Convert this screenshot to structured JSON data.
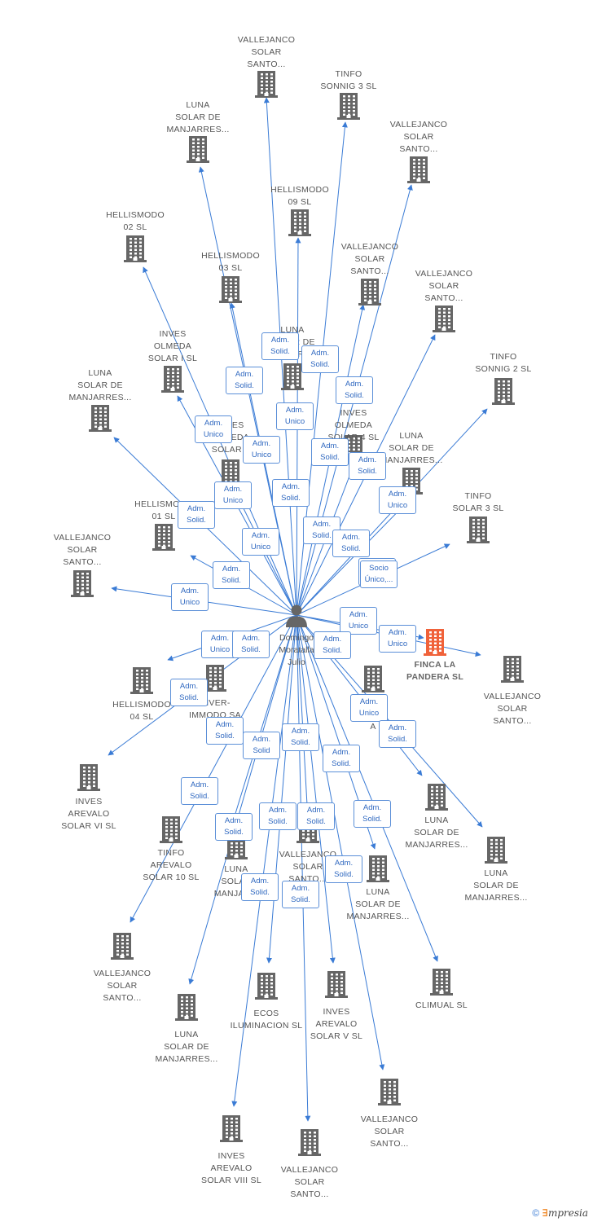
{
  "center": {
    "name_lines": [
      "Domingo",
      "Moratalla",
      "Julio"
    ],
    "icon": "person-icon"
  },
  "focus": {
    "name_lines": [
      "FINCA LA",
      "PANDERA SL"
    ],
    "color": "#f0623a"
  },
  "colors": {
    "edge": "#3a7bd5",
    "building": "#666666",
    "focus_building": "#f0623a"
  },
  "nodes": [
    {
      "id": "n1",
      "lines": [
        "VALLEJANCO",
        "SOLAR",
        "SANTO..."
      ]
    },
    {
      "id": "n2",
      "lines": [
        "TINFO",
        "SONNIG 3 SL"
      ]
    },
    {
      "id": "n3",
      "lines": [
        "LUNA",
        "SOLAR DE",
        "MANJARRES..."
      ]
    },
    {
      "id": "n4",
      "lines": [
        "VALLEJANCO",
        "SOLAR",
        "SANTO..."
      ]
    },
    {
      "id": "n5",
      "lines": [
        "HELLISMODO",
        "09 SL"
      ]
    },
    {
      "id": "n6",
      "lines": [
        "HELLISMODO",
        "02 SL"
      ]
    },
    {
      "id": "n7",
      "lines": [
        "HELLISMODO",
        "03 SL"
      ]
    },
    {
      "id": "n8",
      "lines": [
        "VALLEJANCO",
        "SOLAR",
        "SANTO..."
      ]
    },
    {
      "id": "n9",
      "lines": [
        "VALLEJANCO",
        "SOLAR",
        "SANTO..."
      ]
    },
    {
      "id": "n10",
      "lines": [
        "INVES",
        "OLMEDA",
        "SOLAR I SL"
      ]
    },
    {
      "id": "n11",
      "lines": [
        "LUNA",
        "SOLAR DE",
        "MANJARRES..."
      ]
    },
    {
      "id": "n12",
      "lines": [
        "TINFO",
        "SONNIG 2 SL"
      ]
    },
    {
      "id": "n13",
      "lines": [
        "LUNA",
        "SOLAR DE",
        "MANJARRES..."
      ]
    },
    {
      "id": "n14",
      "lines": [
        "INVES",
        "OLMEDA",
        "SOLAR 4 SL"
      ]
    },
    {
      "id": "n15",
      "lines": [
        "INVES",
        "OLMEDA",
        "SOLAR 2"
      ]
    },
    {
      "id": "n16",
      "lines": [
        "HELLISMODO",
        "01 SL"
      ]
    },
    {
      "id": "n17",
      "lines": [
        "TINFO",
        "SOLAR 3 SL"
      ]
    },
    {
      "id": "n18",
      "lines": [
        "VALLEJANCO",
        "SOLAR",
        "SANTO..."
      ]
    },
    {
      "id": "n19",
      "lines": [
        "VALLEJANCO",
        "SOLAR",
        "SANTO..."
      ]
    },
    {
      "id": "n20",
      "lines": [
        "HELLISMODO",
        "04 SL"
      ]
    },
    {
      "id": "n21",
      "lines": [
        "INVER-",
        "IMMODO SA"
      ]
    },
    {
      "id": "n22",
      "lines": [
        "INVES",
        "AREVALO",
        "SOLAR VI SL"
      ]
    },
    {
      "id": "n23",
      "lines": [
        "LUNA",
        "SOLAR DE",
        "MANJARRES..."
      ]
    },
    {
      "id": "n24",
      "lines": [
        "LUNA",
        "SOLAR DE",
        "MANJARRES..."
      ]
    },
    {
      "id": "n25",
      "lines": [
        "TINFO",
        "AREVALO",
        "SOLAR 10 SL"
      ]
    },
    {
      "id": "n26",
      "lines": [
        "LUNA",
        "SOLAR",
        "MANJAR..."
      ]
    },
    {
      "id": "n27",
      "lines": [
        "VALLEJANCO",
        "SOLAR",
        "SANTO..."
      ]
    },
    {
      "id": "n28",
      "lines": [
        "LUNA",
        "SOLAR DE",
        "MANJARRES..."
      ]
    },
    {
      "id": "n29",
      "lines": [
        "VALLEJANCO",
        "SOLAR",
        "SANTO..."
      ]
    },
    {
      "id": "n30",
      "lines": [
        "ECOS",
        "ILUMINACION SL"
      ]
    },
    {
      "id": "n31",
      "lines": [
        "INVES",
        "AREVALO",
        "SOLAR V SL"
      ]
    },
    {
      "id": "n32",
      "lines": [
        "CLIMUAL SL"
      ]
    },
    {
      "id": "n33",
      "lines": [
        "LUNA",
        "SOLAR DE",
        "MANJARRES..."
      ]
    },
    {
      "id": "n34",
      "lines": [
        "VALLEJANCO",
        "SOLAR",
        "SANTO..."
      ]
    },
    {
      "id": "n35",
      "lines": [
        "INVES",
        "AREVALO",
        "SOLAR VIII SL"
      ]
    },
    {
      "id": "n36",
      "lines": [
        "VALLEJANCO",
        "SOLAR",
        "SANTO..."
      ]
    },
    {
      "id": "n37",
      "lines": [
        "LUNA",
        "SOLAR DE",
        "MANJARRES..."
      ]
    },
    {
      "id": "n38",
      "lines": [
        "SL",
        "A"
      ]
    }
  ],
  "badges": [
    {
      "lines": [
        "Adm.",
        "Solid."
      ]
    },
    {
      "lines": [
        "Adm.",
        "Solid."
      ]
    },
    {
      "lines": [
        "Adm.",
        "Solid."
      ]
    },
    {
      "lines": [
        "Adm.",
        "Solid."
      ]
    },
    {
      "lines": [
        "Adm.",
        "Unico"
      ]
    },
    {
      "lines": [
        "Adm.",
        "Unico"
      ]
    },
    {
      "lines": [
        "Adm.",
        "Unico"
      ]
    },
    {
      "lines": [
        "Adm.",
        "Solid."
      ]
    },
    {
      "lines": [
        "Adm.",
        "Solid."
      ]
    },
    {
      "lines": [
        "Adm.",
        "Unico"
      ]
    },
    {
      "lines": [
        "Adm.",
        "Solid."
      ]
    },
    {
      "lines": [
        "Adm.",
        "Unico"
      ]
    },
    {
      "lines": [
        "Adm.",
        "Solid."
      ]
    },
    {
      "lines": [
        "Adm.",
        "Solid."
      ]
    },
    {
      "lines": [
        "Adm.",
        "Solid."
      ]
    },
    {
      "lines": [
        "Adm.",
        "Unico"
      ]
    },
    {
      "lines": [
        "Adm.",
        "Solid."
      ]
    },
    {
      "lines": [
        "Adm.",
        "Unico"
      ]
    },
    {
      "lines": [
        "Adm.",
        "Solid."
      ]
    },
    {
      "lines": [
        "Socio",
        "Único,..."
      ]
    },
    {
      "lines": [
        "Adm.",
        "Unico"
      ]
    },
    {
      "lines": [
        "Adm.",
        "Unico"
      ]
    },
    {
      "lines": [
        "Adm.",
        "Unico"
      ]
    },
    {
      "lines": [
        "Adm.",
        "Solid."
      ]
    },
    {
      "lines": [
        "Adm.",
        "Solid."
      ]
    },
    {
      "lines": [
        "Adm.",
        "Solid."
      ]
    },
    {
      "lines": [
        "Adm.",
        "Unico"
      ]
    },
    {
      "lines": [
        "Adm.",
        "Solid."
      ]
    },
    {
      "lines": [
        "Adm.",
        "Solid."
      ]
    },
    {
      "lines": [
        "Adm.",
        "Solid"
      ]
    },
    {
      "lines": [
        "Adm.",
        "Solid."
      ]
    },
    {
      "lines": [
        "Adm.",
        "Solid."
      ]
    },
    {
      "lines": [
        "Adm.",
        "Solid."
      ]
    },
    {
      "lines": [
        "Adm.",
        "Solid."
      ]
    },
    {
      "lines": [
        "Adm.",
        "Solid."
      ]
    },
    {
      "lines": [
        "Adm.",
        "Solid."
      ]
    },
    {
      "lines": [
        "Adm.",
        "Solid."
      ]
    },
    {
      "lines": [
        "Adm.",
        "Solid."
      ]
    },
    {
      "lines": [
        "Adm.",
        "Solid."
      ]
    },
    {
      "lines": [
        "Adm.",
        "Solid."
      ]
    }
  ],
  "footer": {
    "copyright": "©",
    "brand_initial": "∃",
    "brand_rest": "mpresia"
  }
}
